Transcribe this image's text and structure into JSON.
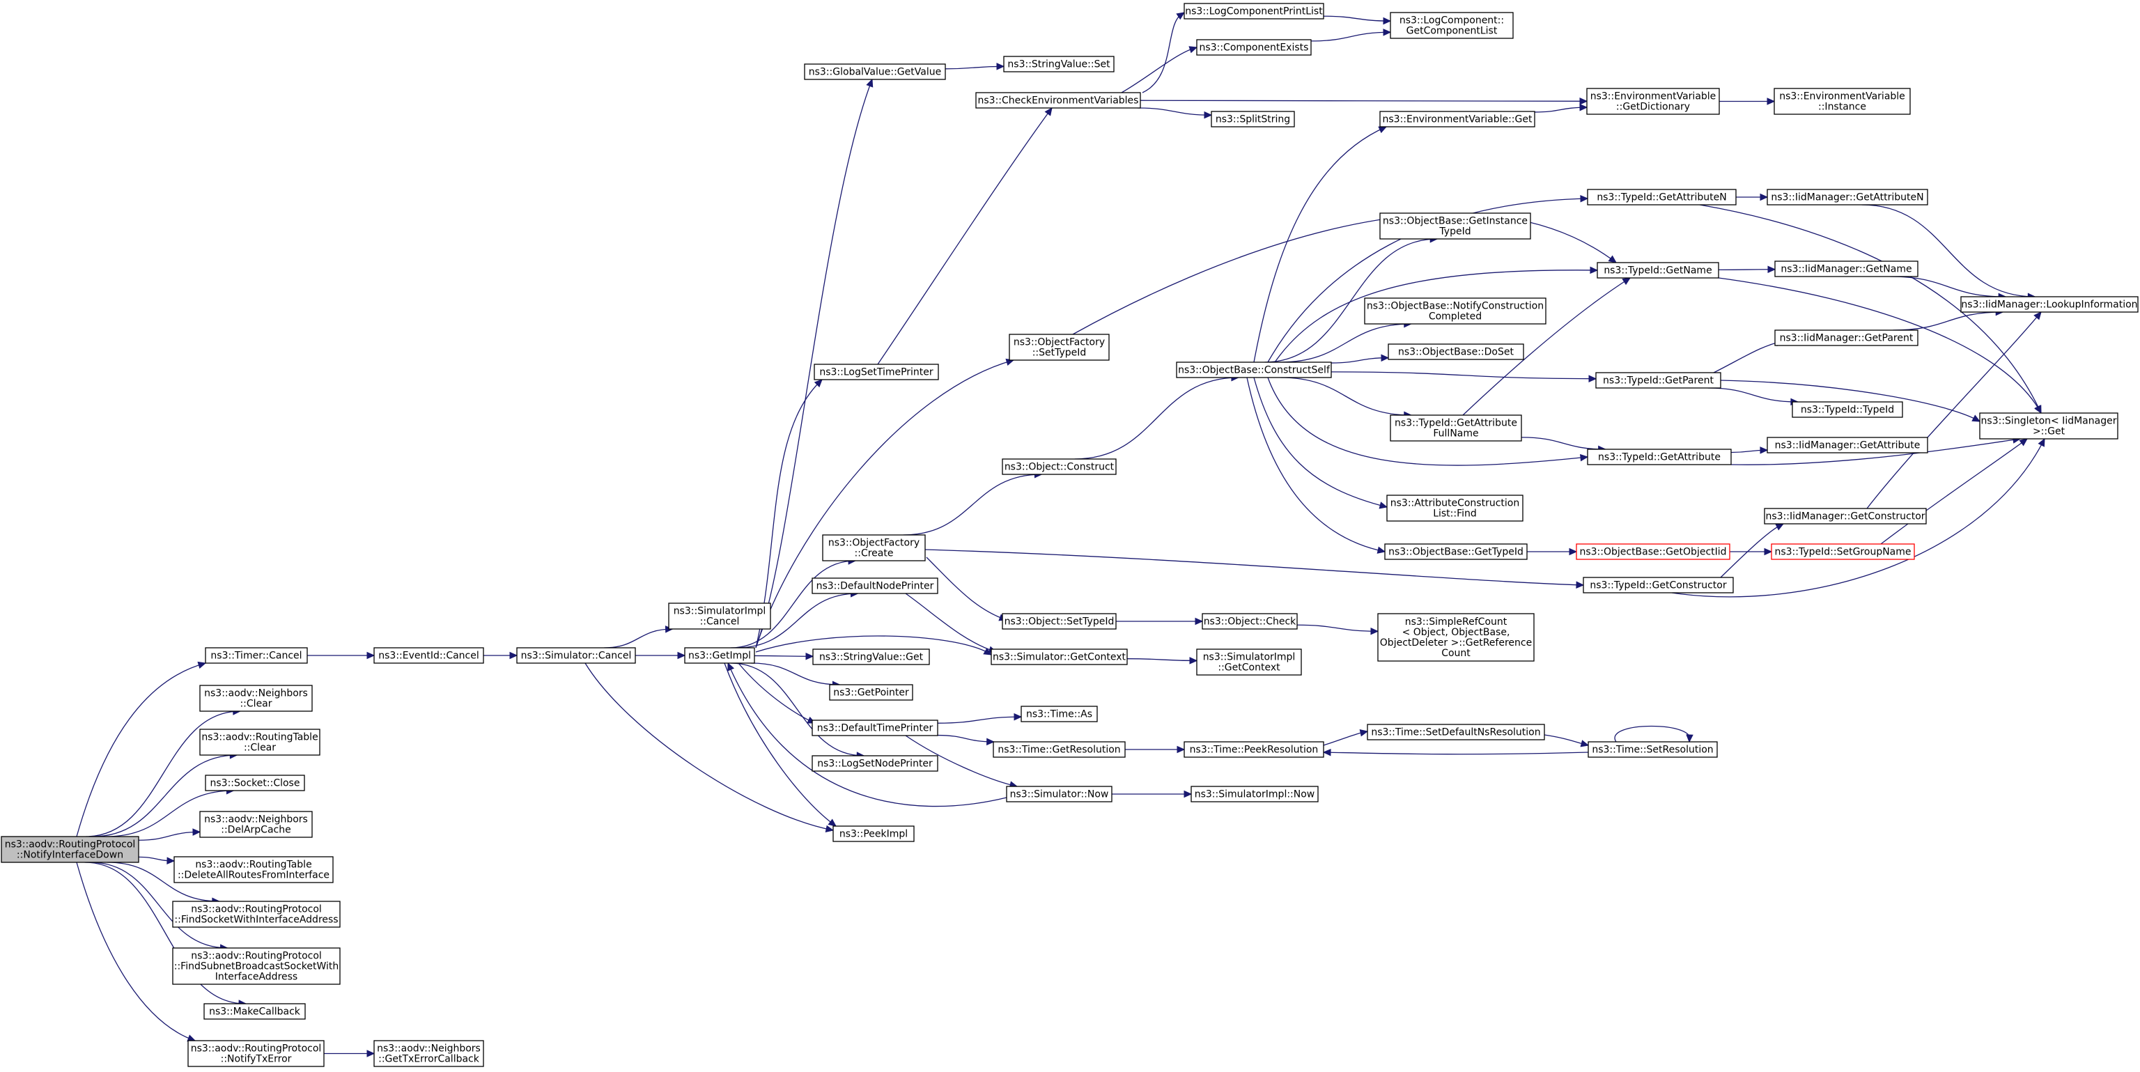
{
  "graph": {
    "title": "",
    "nodes": [
      {
        "id": "root",
        "lines": [
          "ns3::aodv::RoutingProtocol",
          "::NotifyInterfaceDown"
        ],
        "root": true
      },
      {
        "id": "timercancel",
        "lines": [
          "ns3::Timer::Cancel"
        ]
      },
      {
        "id": "nbclear",
        "lines": [
          "ns3::aodv::Neighbors",
          "::Clear"
        ]
      },
      {
        "id": "rtclear",
        "lines": [
          "ns3::aodv::RoutingTable",
          "::Clear"
        ]
      },
      {
        "id": "sockclose",
        "lines": [
          "ns3::Socket::Close"
        ]
      },
      {
        "id": "delarp",
        "lines": [
          "ns3::aodv::Neighbors",
          "::DelArpCache"
        ]
      },
      {
        "id": "delall",
        "lines": [
          "ns3::aodv::RoutingTable",
          "::DeleteAllRoutesFromInterface"
        ]
      },
      {
        "id": "findsock",
        "lines": [
          "ns3::aodv::RoutingProtocol",
          "::FindSocketWithInterfaceAddress"
        ]
      },
      {
        "id": "findsubnet",
        "lines": [
          "ns3::aodv::RoutingProtocol",
          "::FindSubnetBroadcastSocketWith",
          "InterfaceAddress"
        ]
      },
      {
        "id": "makecb",
        "lines": [
          "ns3::MakeCallback"
        ]
      },
      {
        "id": "notifytx",
        "lines": [
          "ns3::aodv::RoutingProtocol",
          "::NotifyTxError"
        ]
      },
      {
        "id": "gettxerr",
        "lines": [
          "ns3::aodv::Neighbors",
          "::GetTxErrorCallback"
        ]
      },
      {
        "id": "eventcancel",
        "lines": [
          "ns3::EventId::Cancel"
        ]
      },
      {
        "id": "simcancel",
        "lines": [
          "ns3::Simulator::Cancel"
        ]
      },
      {
        "id": "simimplcancel",
        "lines": [
          "ns3::SimulatorImpl",
          "::Cancel"
        ]
      },
      {
        "id": "getimpl",
        "lines": [
          "ns3::GetImpl"
        ]
      },
      {
        "id": "globalvalue",
        "lines": [
          "ns3::GlobalValue::GetValue"
        ]
      },
      {
        "id": "stringvalueset",
        "lines": [
          "ns3::StringValue::Set"
        ]
      },
      {
        "id": "checkenv",
        "lines": [
          "ns3::CheckEnvironmentVariables"
        ]
      },
      {
        "id": "logprintlist",
        "lines": [
          "ns3::LogComponentPrintList"
        ]
      },
      {
        "id": "compexists",
        "lines": [
          "ns3::ComponentExists"
        ]
      },
      {
        "id": "getcomplist",
        "lines": [
          "ns3::LogComponent::",
          "GetComponentList"
        ]
      },
      {
        "id": "splitstring",
        "lines": [
          "ns3::SplitString"
        ]
      },
      {
        "id": "envget",
        "lines": [
          "ns3::EnvironmentVariable::Get"
        ]
      },
      {
        "id": "envgetdict",
        "lines": [
          "ns3::EnvironmentVariable",
          "::GetDictionary"
        ]
      },
      {
        "id": "envinstance",
        "lines": [
          "ns3::EnvironmentVariable",
          "::Instance"
        ]
      },
      {
        "id": "logsettime",
        "lines": [
          "ns3::LogSetTimePrinter"
        ]
      },
      {
        "id": "ofsettypeid",
        "lines": [
          "ns3::ObjectFactory",
          "::SetTypeId"
        ]
      },
      {
        "id": "ofcreate",
        "lines": [
          "ns3::ObjectFactory",
          "::Create"
        ]
      },
      {
        "id": "objconstruct",
        "lines": [
          "ns3::Object::Construct"
        ]
      },
      {
        "id": "constructself",
        "lines": [
          "ns3::ObjectBase::ConstructSelf"
        ]
      },
      {
        "id": "getinsttypeid",
        "lines": [
          "ns3::ObjectBase::GetInstance",
          "TypeId"
        ]
      },
      {
        "id": "notifyconst",
        "lines": [
          "ns3::ObjectBase::NotifyConstruction",
          "Completed"
        ]
      },
      {
        "id": "doset",
        "lines": [
          "ns3::ObjectBase::DoSet"
        ]
      },
      {
        "id": "getattrfull",
        "lines": [
          "ns3::TypeId::GetAttribute",
          "FullName"
        ]
      },
      {
        "id": "attrconstfind",
        "lines": [
          "ns3::AttributeConstruction",
          "List::Find"
        ]
      },
      {
        "id": "obgettypeid",
        "lines": [
          "ns3::ObjectBase::GetTypeId"
        ]
      },
      {
        "id": "getattrn",
        "lines": [
          "ns3::TypeId::GetAttributeN"
        ]
      },
      {
        "id": "getname",
        "lines": [
          "ns3::TypeId::GetName"
        ]
      },
      {
        "id": "getparent",
        "lines": [
          "ns3::TypeId::GetParent"
        ]
      },
      {
        "id": "getattribute",
        "lines": [
          "ns3::TypeId::GetAttribute"
        ]
      },
      {
        "id": "getconstructor",
        "lines": [
          "ns3::TypeId::GetConstructor"
        ]
      },
      {
        "id": "getobjectiid",
        "lines": [
          "ns3::ObjectBase::GetObjectIid"
        ],
        "red": true
      },
      {
        "id": "iidgetattrn",
        "lines": [
          "ns3::IidManager::GetAttributeN"
        ]
      },
      {
        "id": "iidgetname",
        "lines": [
          "ns3::IidManager::GetName"
        ]
      },
      {
        "id": "iidgetparent",
        "lines": [
          "ns3::IidManager::GetParent"
        ]
      },
      {
        "id": "typeidtypeid",
        "lines": [
          "ns3::TypeId::TypeId"
        ]
      },
      {
        "id": "iidgetattr",
        "lines": [
          "ns3::IidManager::GetAttribute"
        ]
      },
      {
        "id": "iidgetconstructor",
        "lines": [
          "ns3::IidManager::GetConstructor"
        ]
      },
      {
        "id": "setgroupname",
        "lines": [
          "ns3::TypeId::SetGroupName"
        ],
        "red": true
      },
      {
        "id": "lookupinfo",
        "lines": [
          "ns3::IidManager::LookupInformation"
        ]
      },
      {
        "id": "singletonget",
        "lines": [
          "ns3::Singleton< IidManager",
          ">::Get"
        ]
      },
      {
        "id": "defaultnodeprinter",
        "lines": [
          "ns3::DefaultNodePrinter"
        ]
      },
      {
        "id": "stringvalueget",
        "lines": [
          "ns3::StringValue::Get"
        ]
      },
      {
        "id": "getpointer",
        "lines": [
          "ns3::GetPointer"
        ]
      },
      {
        "id": "defaulttimeprinter",
        "lines": [
          "ns3::DefaultTimePrinter"
        ]
      },
      {
        "id": "logsetnode",
        "lines": [
          "ns3::LogSetNodePrinter"
        ]
      },
      {
        "id": "peekimpl",
        "lines": [
          "ns3::PeekImpl"
        ]
      },
      {
        "id": "objsettypeid",
        "lines": [
          "ns3::Object::SetTypeId"
        ]
      },
      {
        "id": "objcheck",
        "lines": [
          "ns3::Object::Check"
        ]
      },
      {
        "id": "simplerefcount",
        "lines": [
          "ns3::SimpleRefCount",
          "< Object, ObjectBase,",
          "ObjectDeleter >::GetReference",
          "Count"
        ]
      },
      {
        "id": "simgetcontext",
        "lines": [
          "ns3::Simulator::GetContext"
        ]
      },
      {
        "id": "simimplgetcontext",
        "lines": [
          "ns3::SimulatorImpl",
          "::GetContext"
        ]
      },
      {
        "id": "timeas",
        "lines": [
          "ns3::Time::As"
        ]
      },
      {
        "id": "timegetres",
        "lines": [
          "ns3::Time::GetResolution"
        ]
      },
      {
        "id": "timepeekres",
        "lines": [
          "ns3::Time::PeekResolution"
        ]
      },
      {
        "id": "setdefaultns",
        "lines": [
          "ns3::Time::SetDefaultNsResolution"
        ]
      },
      {
        "id": "timesetres",
        "lines": [
          "ns3::Time::SetResolution"
        ]
      },
      {
        "id": "simnow",
        "lines": [
          "ns3::Simulator::Now"
        ]
      },
      {
        "id": "simimplnow",
        "lines": [
          "ns3::SimulatorImpl::Now"
        ]
      }
    ],
    "edges": [
      [
        "root",
        "timercancel"
      ],
      [
        "root",
        "nbclear"
      ],
      [
        "root",
        "rtclear"
      ],
      [
        "root",
        "sockclose"
      ],
      [
        "root",
        "delarp"
      ],
      [
        "root",
        "delall"
      ],
      [
        "root",
        "findsock"
      ],
      [
        "root",
        "findsubnet"
      ],
      [
        "root",
        "makecb"
      ],
      [
        "root",
        "notifytx"
      ],
      [
        "notifytx",
        "gettxerr"
      ],
      [
        "timercancel",
        "eventcancel"
      ],
      [
        "eventcancel",
        "simcancel"
      ],
      [
        "simcancel",
        "simimplcancel"
      ],
      [
        "simcancel",
        "getimpl"
      ],
      [
        "simcancel",
        "peekimpl"
      ],
      [
        "getimpl",
        "globalvalue"
      ],
      [
        "getimpl",
        "logsettime"
      ],
      [
        "getimpl",
        "ofsettypeid"
      ],
      [
        "getimpl",
        "ofcreate"
      ],
      [
        "getimpl",
        "defaultnodeprinter"
      ],
      [
        "getimpl",
        "simgetcontext"
      ],
      [
        "getimpl",
        "stringvalueget"
      ],
      [
        "getimpl",
        "getpointer"
      ],
      [
        "getimpl",
        "defaulttimeprinter"
      ],
      [
        "getimpl",
        "logsetnode"
      ],
      [
        "getimpl",
        "peekimpl"
      ],
      [
        "globalvalue",
        "stringvalueset"
      ],
      [
        "logsettime",
        "checkenv"
      ],
      [
        "checkenv",
        "logprintlist"
      ],
      [
        "checkenv",
        "compexists"
      ],
      [
        "checkenv",
        "envgetdict"
      ],
      [
        "checkenv",
        "splitstring"
      ],
      [
        "logprintlist",
        "getcomplist"
      ],
      [
        "compexists",
        "getcomplist"
      ],
      [
        "envget",
        "envgetdict"
      ],
      [
        "envgetdict",
        "envinstance"
      ],
      [
        "ofsettypeid",
        "getname"
      ],
      [
        "ofcreate",
        "objconstruct"
      ],
      [
        "ofcreate",
        "objsettypeid"
      ],
      [
        "ofcreate",
        "getconstructor"
      ],
      [
        "objconstruct",
        "constructself"
      ],
      [
        "constructself",
        "envget"
      ],
      [
        "constructself",
        "getattrn"
      ],
      [
        "constructself",
        "getinsttypeid"
      ],
      [
        "constructself",
        "getname"
      ],
      [
        "constructself",
        "notifyconst"
      ],
      [
        "constructself",
        "doset"
      ],
      [
        "constructself",
        "getparent"
      ],
      [
        "constructself",
        "getattrfull"
      ],
      [
        "constructself",
        "getattribute"
      ],
      [
        "constructself",
        "attrconstfind"
      ],
      [
        "constructself",
        "obgettypeid"
      ],
      [
        "getattrfull",
        "getname"
      ],
      [
        "getattrfull",
        "getattribute"
      ],
      [
        "obgettypeid",
        "getobjectiid"
      ],
      [
        "getobjectiid",
        "setgroupname"
      ],
      [
        "getattrn",
        "iidgetattrn"
      ],
      [
        "getattrn",
        "singletonget"
      ],
      [
        "getname",
        "iidgetname"
      ],
      [
        "getname",
        "singletonget"
      ],
      [
        "getparent",
        "iidgetparent"
      ],
      [
        "getparent",
        "typeidtypeid"
      ],
      [
        "getparent",
        "singletonget"
      ],
      [
        "getattribute",
        "iidgetattr"
      ],
      [
        "getattribute",
        "singletonget"
      ],
      [
        "getconstructor",
        "iidgetconstructor"
      ],
      [
        "getconstructor",
        "singletonget"
      ],
      [
        "iidgetattrn",
        "lookupinfo"
      ],
      [
        "iidgetname",
        "lookupinfo"
      ],
      [
        "iidgetparent",
        "lookupinfo"
      ],
      [
        "iidgetconstructor",
        "lookupinfo"
      ],
      [
        "setgroupname",
        "singletonget"
      ],
      [
        "defaultnodeprinter",
        "simgetcontext"
      ],
      [
        "simgetcontext",
        "simimplgetcontext"
      ],
      [
        "objsettypeid",
        "objcheck"
      ],
      [
        "objcheck",
        "simplerefcount"
      ],
      [
        "defaulttimeprinter",
        "timeas"
      ],
      [
        "defaulttimeprinter",
        "timegetres"
      ],
      [
        "defaulttimeprinter",
        "simnow"
      ],
      [
        "timegetres",
        "timepeekres"
      ],
      [
        "timepeekres",
        "setdefaultns"
      ],
      [
        "setdefaultns",
        "timesetres"
      ],
      [
        "timesetres",
        "timepeekres"
      ],
      [
        "timesetres",
        "timesetres"
      ],
      [
        "simnow",
        "simimplnow"
      ],
      [
        "simnow",
        "getimpl"
      ]
    ]
  }
}
